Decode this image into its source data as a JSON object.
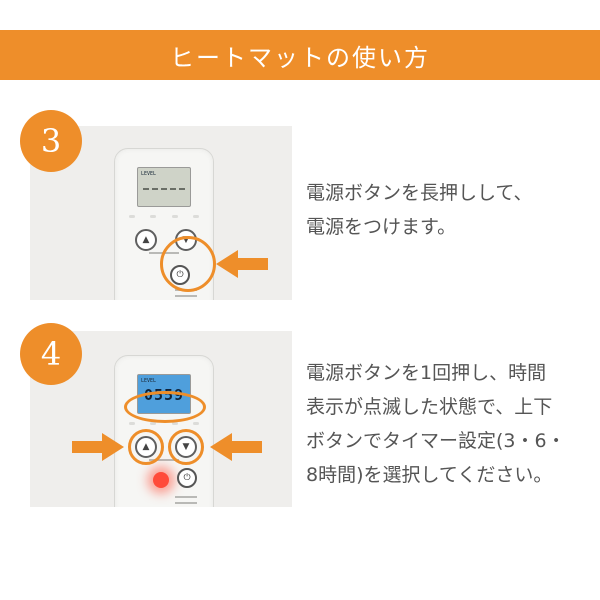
{
  "banner": {
    "title": "ヒートマットの使い方"
  },
  "steps": [
    {
      "number": "3",
      "text": "電源ボタンを長押しして、\n電源をつけます。",
      "lcd": ""
    },
    {
      "number": "4",
      "text": "電源ボタンを1回押し、時間\n表示が点滅した状態で、上下\nボタンでタイマー設定(3・6・\n8時間)を選択してください。",
      "lcd": "0559"
    }
  ],
  "colors": {
    "accent": "#ee8e2a",
    "text": "#555555",
    "photo_bg": "#efeeec"
  },
  "icons": {
    "up": "up-triangle-icon",
    "down": "down-triangle-icon",
    "power": "power-icon",
    "arrow": "pointer-arrow-icon"
  }
}
